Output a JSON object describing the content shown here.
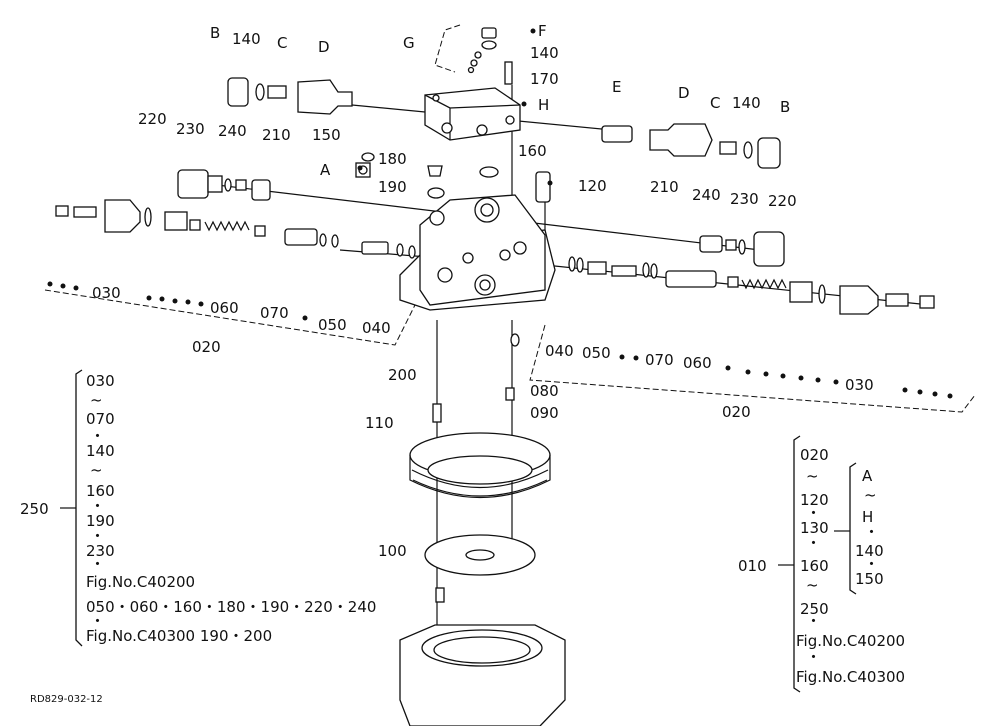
{
  "diagram_code": "RD829-032-12",
  "labels": {
    "l010": "010",
    "l020": "020",
    "l030": "030",
    "l040": "040",
    "l050": "050",
    "l060": "060",
    "l070": "070",
    "l080": "080",
    "l090": "090",
    "l100": "100",
    "l110": "110",
    "l120": "120",
    "l140": "140",
    "l150": "150",
    "l160": "160",
    "l170": "170",
    "l180": "180",
    "l190": "190",
    "l200": "200",
    "l210": "210",
    "l220": "220",
    "l230": "230",
    "l240": "240",
    "l250": "250",
    "A": "A",
    "B": "B",
    "C": "C",
    "D": "D",
    "E": "E",
    "F": "F",
    "G": "G",
    "H": "H"
  },
  "legend_250": {
    "lines": [
      "030",
      "~",
      "070",
      "・",
      "140",
      "~",
      "160",
      "・",
      "190",
      "・",
      "230",
      "・",
      "Fig.No.C40200",
      "050・060・160・180・190・220・240",
      "・",
      "Fig.No.C40300  190・200"
    ]
  },
  "legend_010": {
    "left": [
      "020",
      "~",
      "120",
      "・",
      "130",
      "・",
      "160",
      "~",
      "250",
      "・",
      "Fig.No.C40200",
      "・",
      "Fig.No.C40300"
    ],
    "right": [
      "A",
      "~",
      "H",
      "・",
      "140",
      "・",
      "150"
    ]
  },
  "tilde": "~",
  "mid_dot": "・"
}
